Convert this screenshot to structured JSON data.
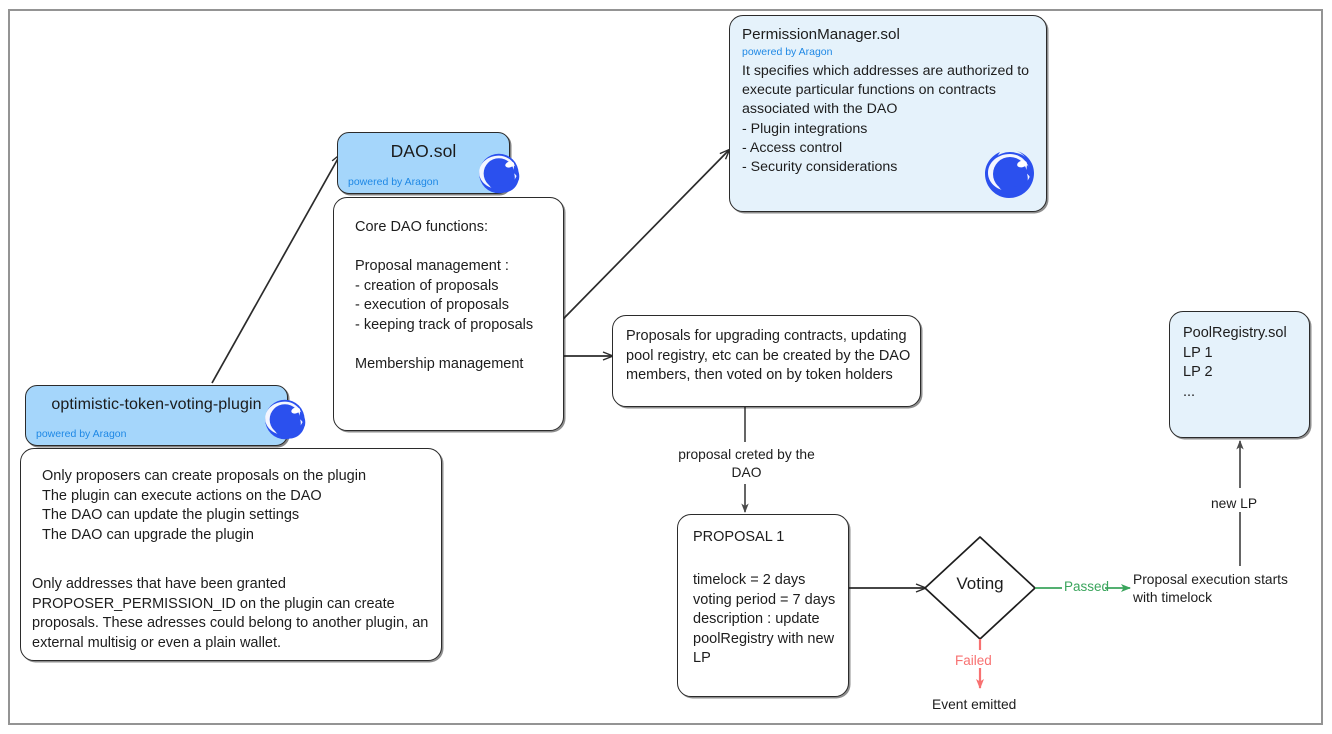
{
  "diagram": {
    "title": "Aragon DAO architecture flow",
    "colors": {
      "header_blue": "#a5d6fb",
      "light_blue": "#e5f2fb",
      "aragon_blue": "#2b50ee",
      "passed_green": "#3ba55d",
      "failed_red": "#f87171",
      "stroke": "#2b2b2b",
      "frame": "#949494"
    }
  },
  "permission_manager": {
    "title": "PermissionManager.sol",
    "subtitle": "powered by Aragon",
    "body": "It specifies which addresses are authorized to execute particular functions on contracts associated with the DAO\n- Plugin integrations\n- Access control\n- Security considerations",
    "logo": "aragon-logo"
  },
  "dao": {
    "title": "DAO.sol",
    "subtitle": "powered by Aragon",
    "body": "Core DAO functions:\n\nProposal management :\n- creation of proposals\n- execution of proposals\n- keeping track of proposals\n\nMembership management",
    "logo": "aragon-logo"
  },
  "plugin": {
    "title": "optimistic-token-voting-plugin",
    "subtitle": "powered by Aragon",
    "body_1": "Only proposers can create proposals on the plugin\nThe plugin can execute actions on the DAO\nThe DAO can update the plugin settings\nThe DAO can upgrade the plugin",
    "body_2": "Only addresses that have been granted PROPOSER_PERMISSION_ID on the plugin can create proposals. These adresses could belong to another plugin, an external multisig or even a plain wallet.",
    "logo": "aragon-logo"
  },
  "proposals": {
    "body": "Proposals for upgrading contracts, updating pool registry, etc can be created by the DAO members, then voted on by token holders"
  },
  "proposal_1": {
    "title": "PROPOSAL 1",
    "body": "timelock = 2 days\nvoting period = 7 days\ndescription : update\npoolRegistry with new\nLP",
    "timelock": "2 days",
    "voting_period": "7 days",
    "description": "update poolRegistry with new LP"
  },
  "pool_registry": {
    "body": "PoolRegistry.sol\nLP 1\nLP 2\n..."
  },
  "edges": {
    "proposal_created": "proposal creted by the\nDAO",
    "voting": "Voting",
    "passed": "Passed",
    "failed": "Failed",
    "event_emitted": "Event emitted",
    "execution": "Proposal execution starts\nwith timelock",
    "new_lp": "new LP"
  }
}
